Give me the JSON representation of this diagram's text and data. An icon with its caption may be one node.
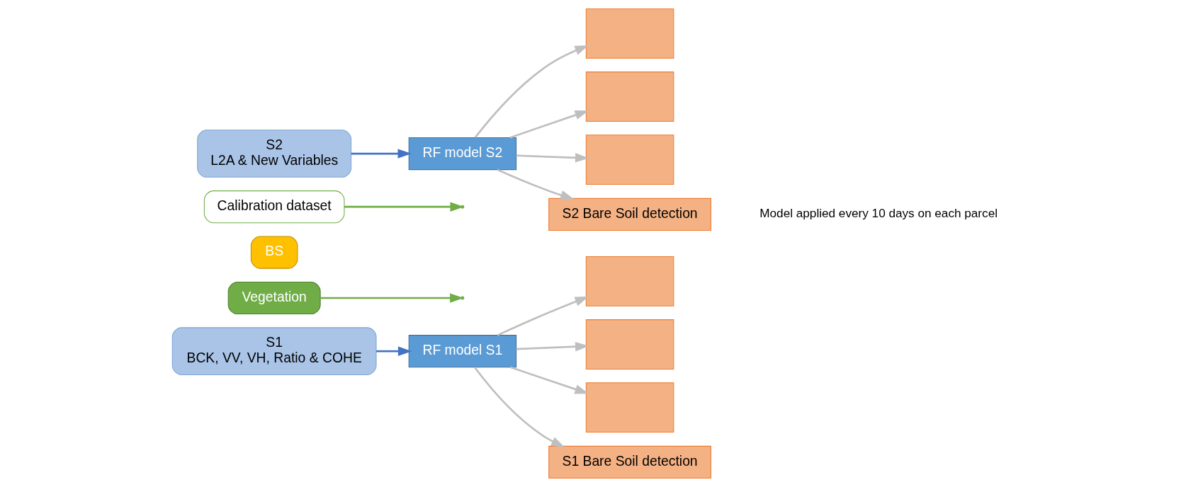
{
  "diagram": {
    "nodes": [
      {
        "text": [
          "S2",
          "L2A & New Variables"
        ]
      },
      {
        "text": [
          "RF model S2"
        ]
      },
      {
        "text": [],
        "shape": "box"
      },
      {
        "text": [],
        "shape": "box"
      },
      {
        "text": [],
        "shape": "box"
      },
      {
        "text": [
          "S2 Bare Soil detection"
        ]
      },
      {
        "text": [
          "Calibration dataset"
        ]
      },
      {
        "text": [
          "BS"
        ]
      },
      {
        "text": [
          "Vegetation"
        ]
      },
      {
        "text": [
          "S1",
          "BCK, VV, VH, Ratio & COHE"
        ]
      },
      {
        "text": [
          "RF model S1"
        ]
      },
      {
        "text": [],
        "shape": "box"
      },
      {
        "text": [],
        "shape": "box"
      },
      {
        "text": [],
        "shape": "box"
      },
      {
        "text": [
          "S1 Bare Soil detection"
        ]
      }
    ],
    "edges": [
      {
        "from": 0,
        "to": 1,
        "arrow": "to",
        "color": "#4472c4"
      },
      {
        "from": 6,
        "to": null,
        "arrow": "to",
        "color": "#70ad47"
      },
      {
        "from": 1,
        "to": 2,
        "arrow": "to"
      },
      {
        "from": 1,
        "to": 3,
        "arrow": "to"
      },
      {
        "from": 1,
        "to": 4,
        "arrow": "to"
      },
      {
        "from": 1,
        "to": 5,
        "arrow": "to"
      },
      {
        "from": 8,
        "to": null,
        "arrow": "to",
        "color": "#70ad47"
      },
      {
        "from": 9,
        "to": 10,
        "arrow": "to",
        "color": "#4472c4"
      },
      {
        "from": 10,
        "to": 11,
        "arrow": "to"
      },
      {
        "from": 10,
        "to": 12,
        "arrow": "to"
      },
      {
        "from": 10,
        "to": 13,
        "arrow": "to"
      },
      {
        "from": 10,
        "to": 14,
        "arrow": "to"
      }
    ],
    "labels": [
      "Model applied every 10 days on each parcel"
    ]
  }
}
